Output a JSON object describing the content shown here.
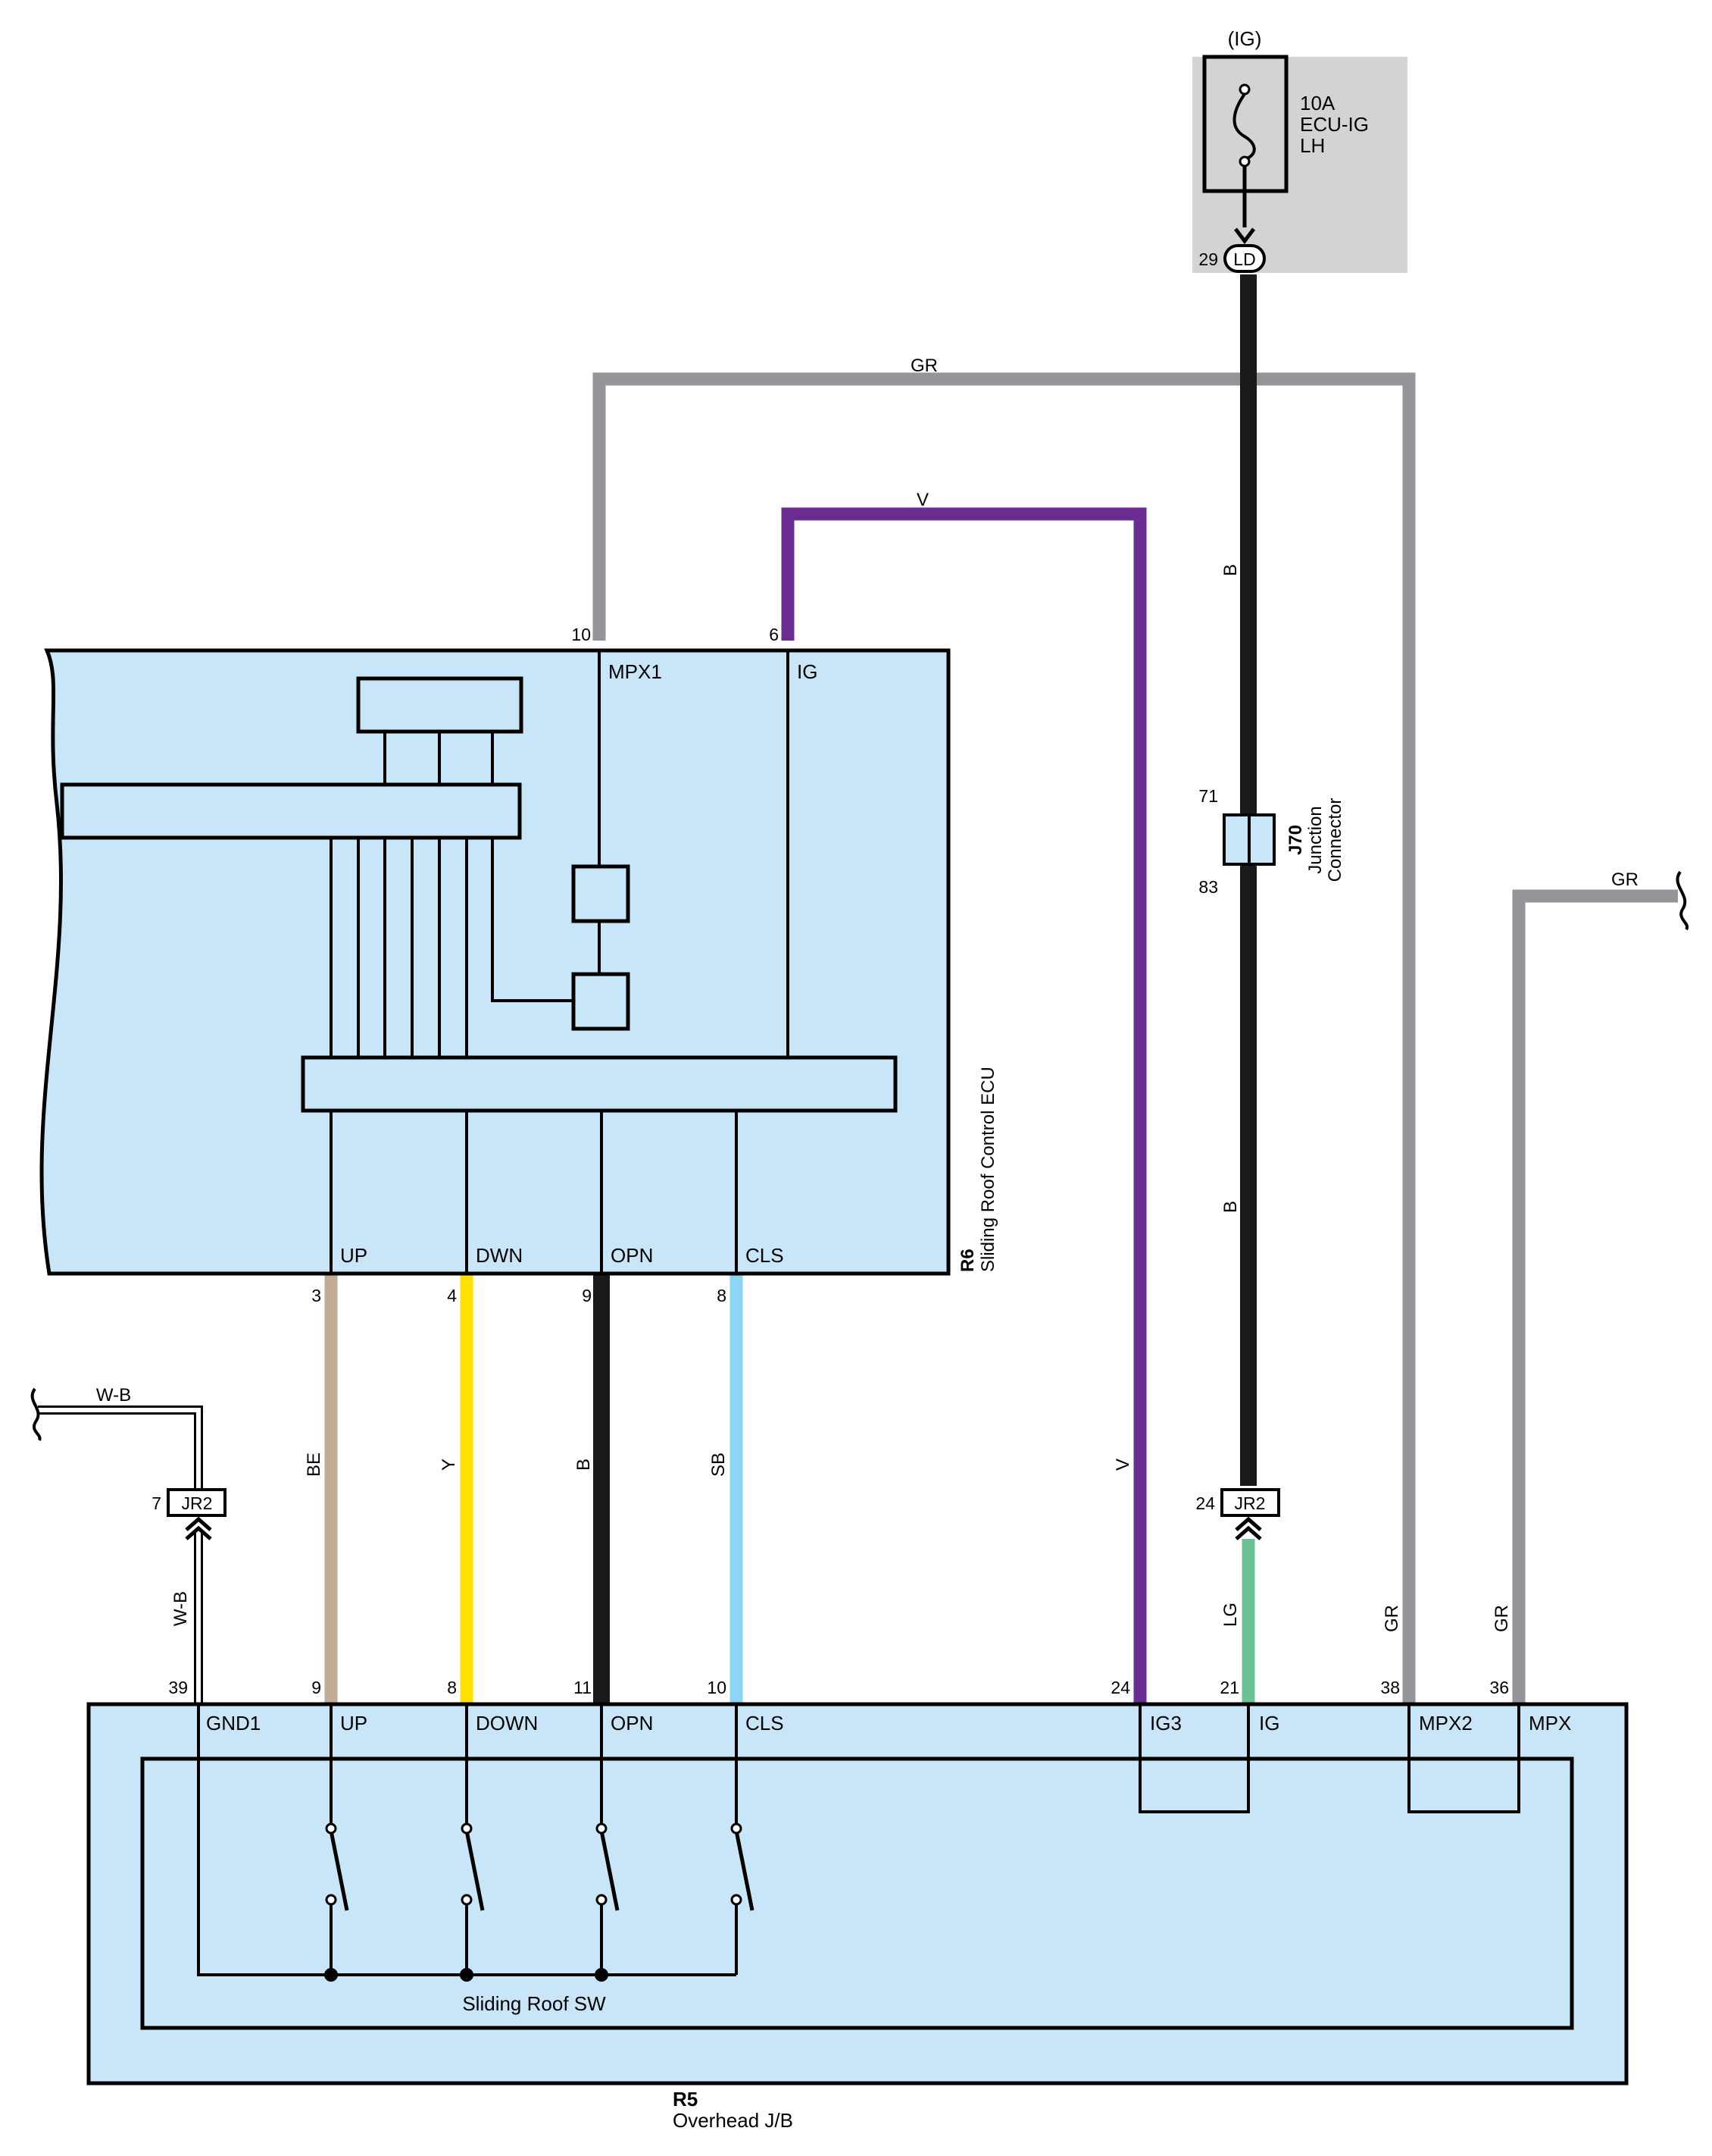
{
  "colors": {
    "component_fill": "#c8e6f7",
    "fuse_box_fill": "#d1d3d4",
    "wire_GR": "#939598",
    "wire_V": "#6a2c91",
    "wire_B": "#1a1a1a",
    "wire_BE": "#c2ab95",
    "wire_Y": "#ffe000",
    "wire_SB": "#8dd4f5",
    "wire_LG": "#6cc295",
    "wire_WB_outline": "#000000"
  },
  "fuse": {
    "supply_label": "(IG)",
    "rating": "10A",
    "name_line1": "ECU-IG",
    "name_line2": "LH",
    "connector": "LD",
    "pin": "29"
  },
  "ecu": {
    "ref": "R6",
    "name": "Sliding Roof Control ECU",
    "top_pins": [
      {
        "num": "10",
        "label": "MPX1"
      },
      {
        "num": "6",
        "label": "IG"
      }
    ],
    "bottom_pins": [
      {
        "num": "3",
        "label": "UP"
      },
      {
        "num": "4",
        "label": "DWN"
      },
      {
        "num": "9",
        "label": "OPN"
      },
      {
        "num": "8",
        "label": "CLS"
      }
    ]
  },
  "junction": {
    "ref": "J70",
    "name_line1": "Junction",
    "name_line2": "Connector",
    "pin_top": "71",
    "pin_bottom": "83"
  },
  "jr2_left": {
    "label": "JR2",
    "pin": "7"
  },
  "jr2_right": {
    "label": "JR2",
    "pin": "24"
  },
  "overhead": {
    "ref": "R5",
    "name": "Overhead J/B",
    "switch_label": "Sliding Roof SW",
    "pins": [
      {
        "num": "39",
        "label": "GND1"
      },
      {
        "num": "9",
        "label": "UP"
      },
      {
        "num": "8",
        "label": "DOWN"
      },
      {
        "num": "11",
        "label": "OPN"
      },
      {
        "num": "10",
        "label": "CLS"
      },
      {
        "num": "24",
        "label": "IG3"
      },
      {
        "num": "21",
        "label": "IG"
      },
      {
        "num": "38",
        "label": "MPX2"
      },
      {
        "num": "36",
        "label": "MPX"
      }
    ]
  },
  "wires": {
    "gr_top": "GR",
    "v_top": "V",
    "b_upper": "B",
    "b_lower": "B",
    "gr_right": "GR",
    "wb_top": "W-B",
    "wb_vertical": "W-B",
    "be": "BE",
    "y": "Y",
    "b_opn": "B",
    "sb": "SB",
    "v_vertical": "V",
    "lg": "LG",
    "gr_38": "GR",
    "gr_36": "GR"
  }
}
